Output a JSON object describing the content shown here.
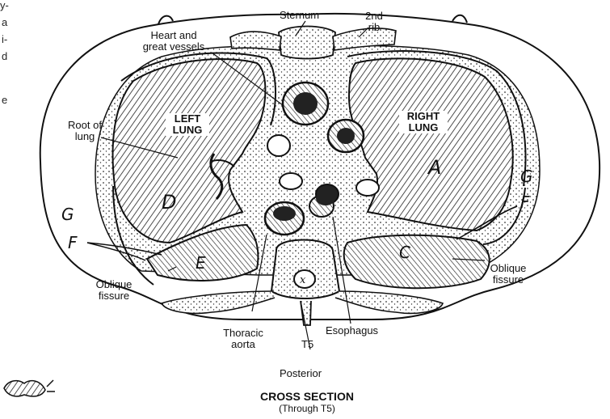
{
  "side_text": [
    "y-",
    "a",
    "i-",
    "d",
    "e"
  ],
  "labels": {
    "sternum": "Sternum",
    "rib_line1": "2nd",
    "rib_line2": "rib",
    "heart_line1": "Heart and",
    "heart_line2": "great vessels",
    "root_line1": "Root of",
    "root_line2": "lung",
    "left_lung_line1": "LEFT",
    "left_lung_line2": "LUNG",
    "right_lung_line1": "RIGHT",
    "right_lung_line2": "LUNG",
    "oblique_left_line1": "Oblique",
    "oblique_left_line2": "fissure",
    "oblique_right_line1": "Oblique",
    "oblique_right_line2": "fissure",
    "thoracic_line1": "Thoracic",
    "thoracic_line2": "aorta",
    "t5": "T5",
    "esophagus": "Esophagus",
    "posterior": "Posterior"
  },
  "letters": {
    "a": "A",
    "c": "C",
    "d": "D",
    "e": "E",
    "g_left": "G",
    "f_left": "F",
    "g_right": "G",
    "f_right": "F"
  },
  "caption": {
    "title": "CROSS SECTION",
    "subtitle": "(Through T5)"
  }
}
